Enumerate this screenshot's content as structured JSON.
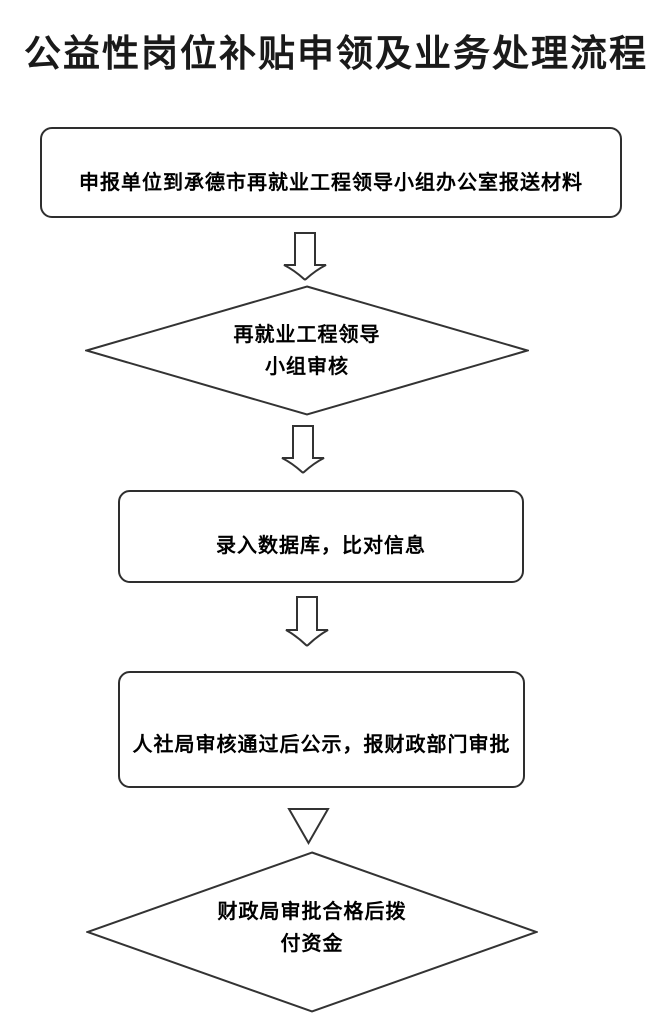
{
  "title": "公益性岗位补贴申领及业务处理流程",
  "flowchart": {
    "step1": "申报单位到承德市再就业工程领导小组办公室报送材料",
    "decision1": "再就业工程领导\n小组审核",
    "step2": "录入数据库，比对信息",
    "step3": "人社局审核通过后公示，报财政部门审批",
    "decision2": "财政局审批合格后拨\n付资金"
  },
  "colors": {
    "line": "#333333",
    "border": "#2e2e2e",
    "text": "#000000",
    "shape_fill": "#ffffff",
    "background": "#ffffff"
  }
}
